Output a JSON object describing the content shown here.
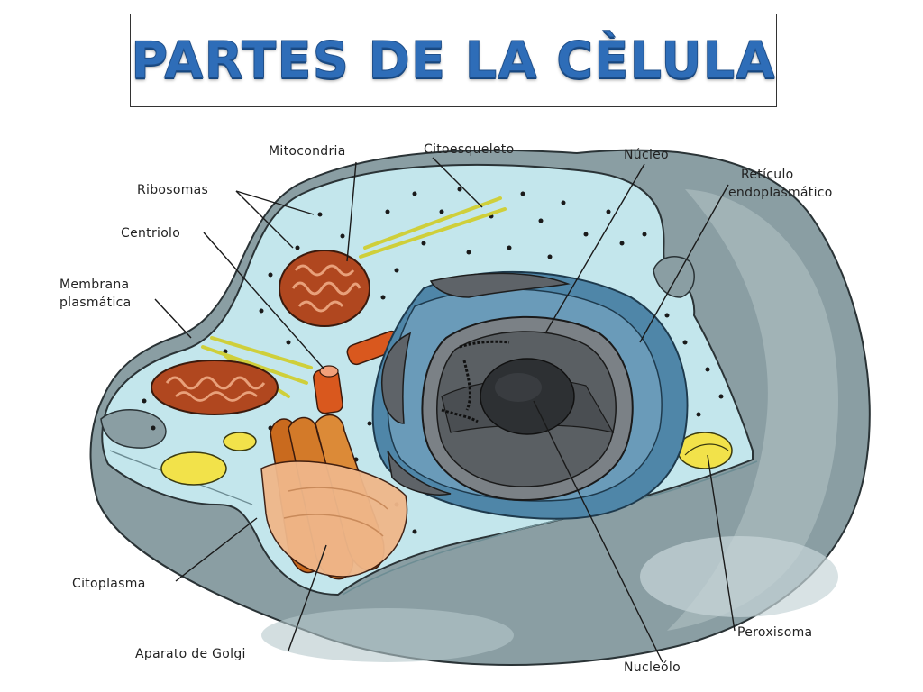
{
  "title": "PARTES DE LA CÈLULA",
  "labels": {
    "mitocondria": "Mitocondria",
    "citoesqueleto": "Citoesqueleto",
    "nucleo": "Núcleo",
    "reticulo_1": "Retículo",
    "reticulo_2": "endoplasmático",
    "ribosomas": "Ribosomas",
    "centriolo": "Centriolo",
    "membrana_1": "Membrana",
    "membrana_2": "plasmática",
    "citoplasma": "Citoplasma",
    "golgi": "Aparato de Golgi",
    "nucleolo": "Nucleólo",
    "peroxisoma": "Peroxisoma"
  }
}
